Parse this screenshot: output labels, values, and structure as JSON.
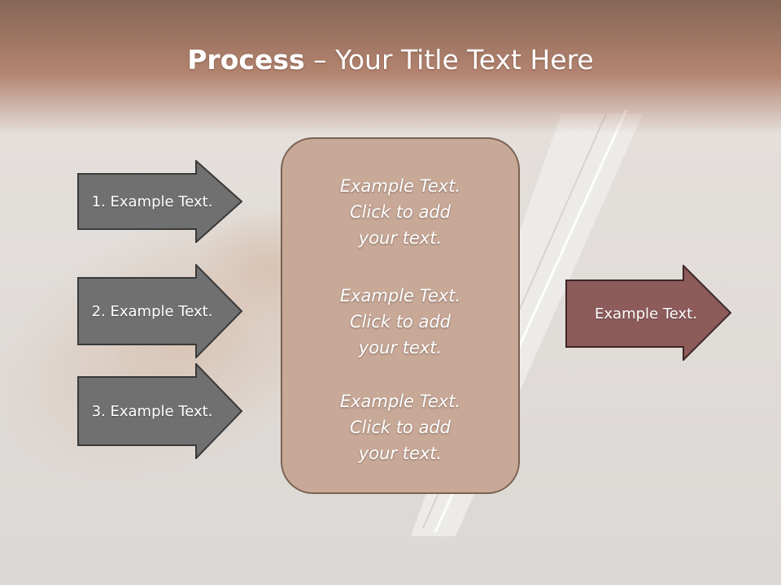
{
  "slide": {
    "title_bold": "Process",
    "title_rest": " – Your Title Text Here"
  },
  "left_arrows": [
    {
      "label": "1. Example Text."
    },
    {
      "label": "2. Example Text."
    },
    {
      "label": "3. Example Text."
    }
  ],
  "center_box": {
    "blocks": [
      {
        "text": "Example Text.\nClick  to add\nyour text."
      },
      {
        "text": "Example Text.\nClick  to add\nyour text."
      },
      {
        "text": "Example Text.\nClick  to add\nyour text."
      }
    ]
  },
  "right_arrow": {
    "label": "Example Text."
  },
  "colors": {
    "header_band": "#b48470",
    "left_arrow_fill": "#707070",
    "center_box_fill": "#c8a897",
    "right_arrow_fill": "#8e5b5b"
  }
}
